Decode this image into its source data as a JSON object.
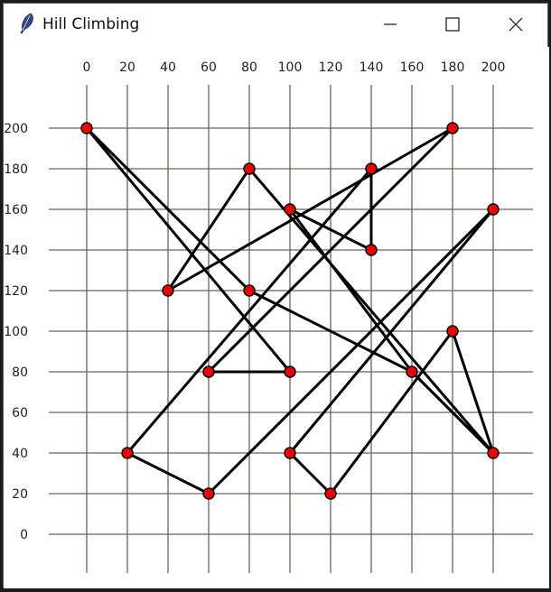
{
  "window": {
    "title": "Hill Climbing",
    "icon": "feather-icon",
    "controls": [
      "minimize-icon",
      "maximize-icon",
      "close-icon"
    ]
  },
  "chart_data": {
    "type": "line",
    "title": "",
    "xlabel": "",
    "ylabel": "",
    "x_ticks": [
      0,
      20,
      40,
      60,
      80,
      100,
      120,
      140,
      160,
      180,
      200
    ],
    "y_ticks": [
      200,
      180,
      160,
      140,
      120,
      100,
      80,
      60,
      40,
      20,
      0
    ],
    "xlim": [
      0,
      200
    ],
    "ylim": [
      0,
      200
    ],
    "grid": true,
    "colors": {
      "grid": "#5d6b59",
      "path": "#000000",
      "point_fill": "#ee0000",
      "point_stroke": "#000000"
    },
    "path": [
      [
        0,
        200
      ],
      [
        100,
        80
      ],
      [
        60,
        80
      ],
      [
        180,
        200
      ],
      [
        40,
        120
      ],
      [
        80,
        180
      ],
      [
        200,
        40
      ],
      [
        180,
        100
      ],
      [
        120,
        20
      ],
      [
        100,
        40
      ],
      [
        200,
        160
      ],
      [
        60,
        20
      ],
      [
        20,
        40
      ],
      [
        140,
        180
      ],
      [
        140,
        140
      ],
      [
        100,
        160
      ],
      [
        160,
        80
      ],
      [
        200,
        40
      ],
      [
        160,
        80
      ],
      [
        80,
        120
      ],
      [
        0,
        200
      ]
    ],
    "points": [
      [
        0,
        200
      ],
      [
        20,
        40
      ],
      [
        40,
        120
      ],
      [
        60,
        80
      ],
      [
        60,
        20
      ],
      [
        80,
        180
      ],
      [
        80,
        120
      ],
      [
        100,
        160
      ],
      [
        100,
        80
      ],
      [
        100,
        40
      ],
      [
        120,
        20
      ],
      [
        140,
        180
      ],
      [
        140,
        140
      ],
      [
        160,
        80
      ],
      [
        180,
        200
      ],
      [
        180,
        100
      ],
      [
        200,
        160
      ],
      [
        200,
        40
      ]
    ]
  }
}
